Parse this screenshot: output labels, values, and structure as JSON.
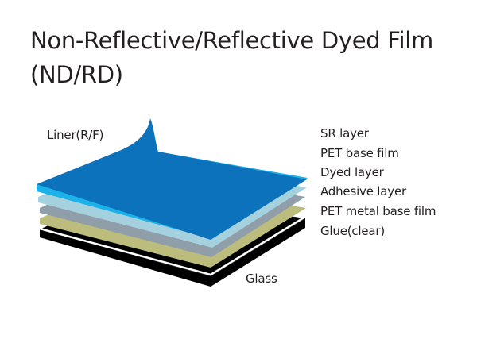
{
  "title": {
    "line1": "Non-Reflective/Reflective Dyed Film",
    "line2": "(ND/RD)"
  },
  "liner_label": "Liner(R/F)",
  "glass_label": "Glass",
  "layer_labels": [
    "SR layer",
    "PET base film",
    "Dyed layer",
    "Adhesive layer",
    "PET metal base film",
    "Glue(clear)"
  ],
  "colors": {
    "liner": "#0d72bc",
    "adhesive": "#1ab2e8",
    "light_blue": "#a5d1df",
    "gray": "#8f9ea8",
    "olive": "#bcbc7d",
    "glass": "#000000",
    "text": "#231f20"
  }
}
